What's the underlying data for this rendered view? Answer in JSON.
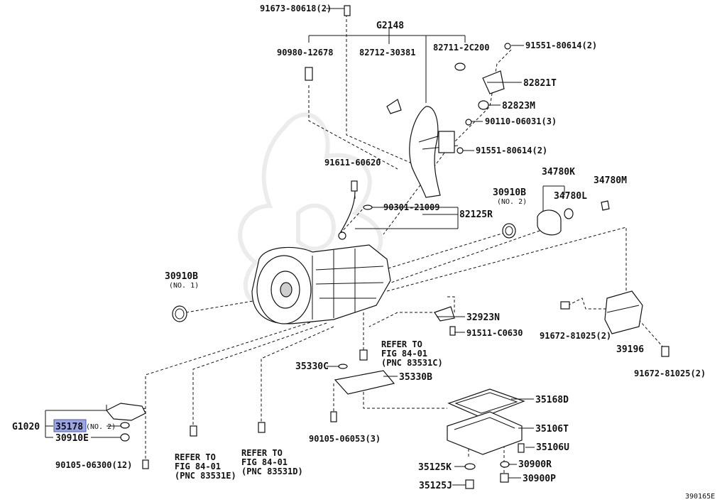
{
  "diagram_id": "390165E",
  "labels": {
    "p91673": "91673-80618(2)",
    "g2148": "G2148",
    "p90980": "90980-12678",
    "p82712": "82712-30381",
    "p82711": "82711-2C200",
    "p91551a": "91551-80614(2)",
    "p82821T": "82821T",
    "p82823M": "82823M",
    "p90110": "90110-06031(3)",
    "p91551b": "91551-80614(2)",
    "p91611": "91611-60620",
    "p34780K": "34780K",
    "p34780M": "34780M",
    "p30910B_r": "30910B",
    "p30910B_r_no": "(NO. 2)",
    "p34780L": "34780L",
    "p90301": "90301-21009",
    "p82125R": "82125R",
    "p30910B_l": "30910B",
    "p30910B_l_no": "(NO. 1)",
    "p32923N": "32923N",
    "p91511": "91511-C0630",
    "refer_a1": "REFER TO",
    "refer_a2": "FIG 84-01",
    "refer_a3": "(PNC 83531C)",
    "p35330C": "35330C",
    "p35330B": "35330B",
    "p91672a": "91672-81025(2)",
    "p39196": "39196",
    "p91672b": "91672-81025(2)",
    "p35168D": "35168D",
    "g1020": "G1020",
    "p35178": "35178",
    "p35178_no": "(NO. 2)",
    "p30910E": "30910E",
    "p35106T": "35106T",
    "p35106U": "35106U",
    "p90105a": "90105-06053(3)",
    "refer_b1": "REFER TO",
    "refer_b2": "FIG 84-01",
    "refer_b3": "(PNC 83531E)",
    "refer_c1": "REFER TO",
    "refer_c2": "FIG 84-01",
    "refer_c3": "(PNC 83531D)",
    "p90105b": "90105-06300(12)",
    "p35125K": "35125K",
    "p30900R": "30900R",
    "p35125J": "35125J",
    "p30900P": "30900P"
  },
  "highlight_color": "#9aa6e6"
}
